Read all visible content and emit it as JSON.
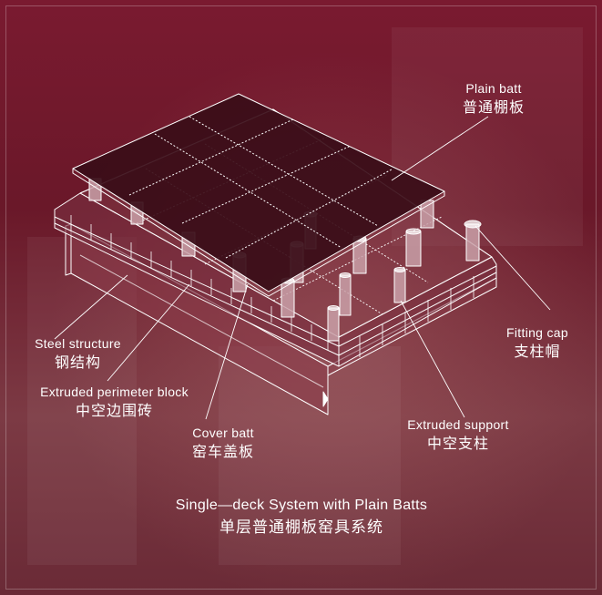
{
  "labels": {
    "plain_batt": {
      "en": "Plain batt",
      "zh": "普通棚板"
    },
    "fitting_cap": {
      "en": "Fitting cap",
      "zh": "支柱帽"
    },
    "steel_structure": {
      "en": "Steel structure",
      "zh": "钢结构"
    },
    "extruded_perimeter_block": {
      "en": "Extruded perimeter block",
      "zh": "中空边围砖"
    },
    "cover_batt": {
      "en": "Cover batt",
      "zh": "窑车盖板"
    },
    "extruded_support": {
      "en": "Extruded support",
      "zh": "中空支柱"
    }
  },
  "caption": {
    "en": "Single—deck System with Plain Batts",
    "zh": "单层普通棚板窑具系统"
  },
  "colors": {
    "background": "#6e1a2b",
    "line": "#ffffff",
    "batt_fill": "#3a0d18"
  }
}
